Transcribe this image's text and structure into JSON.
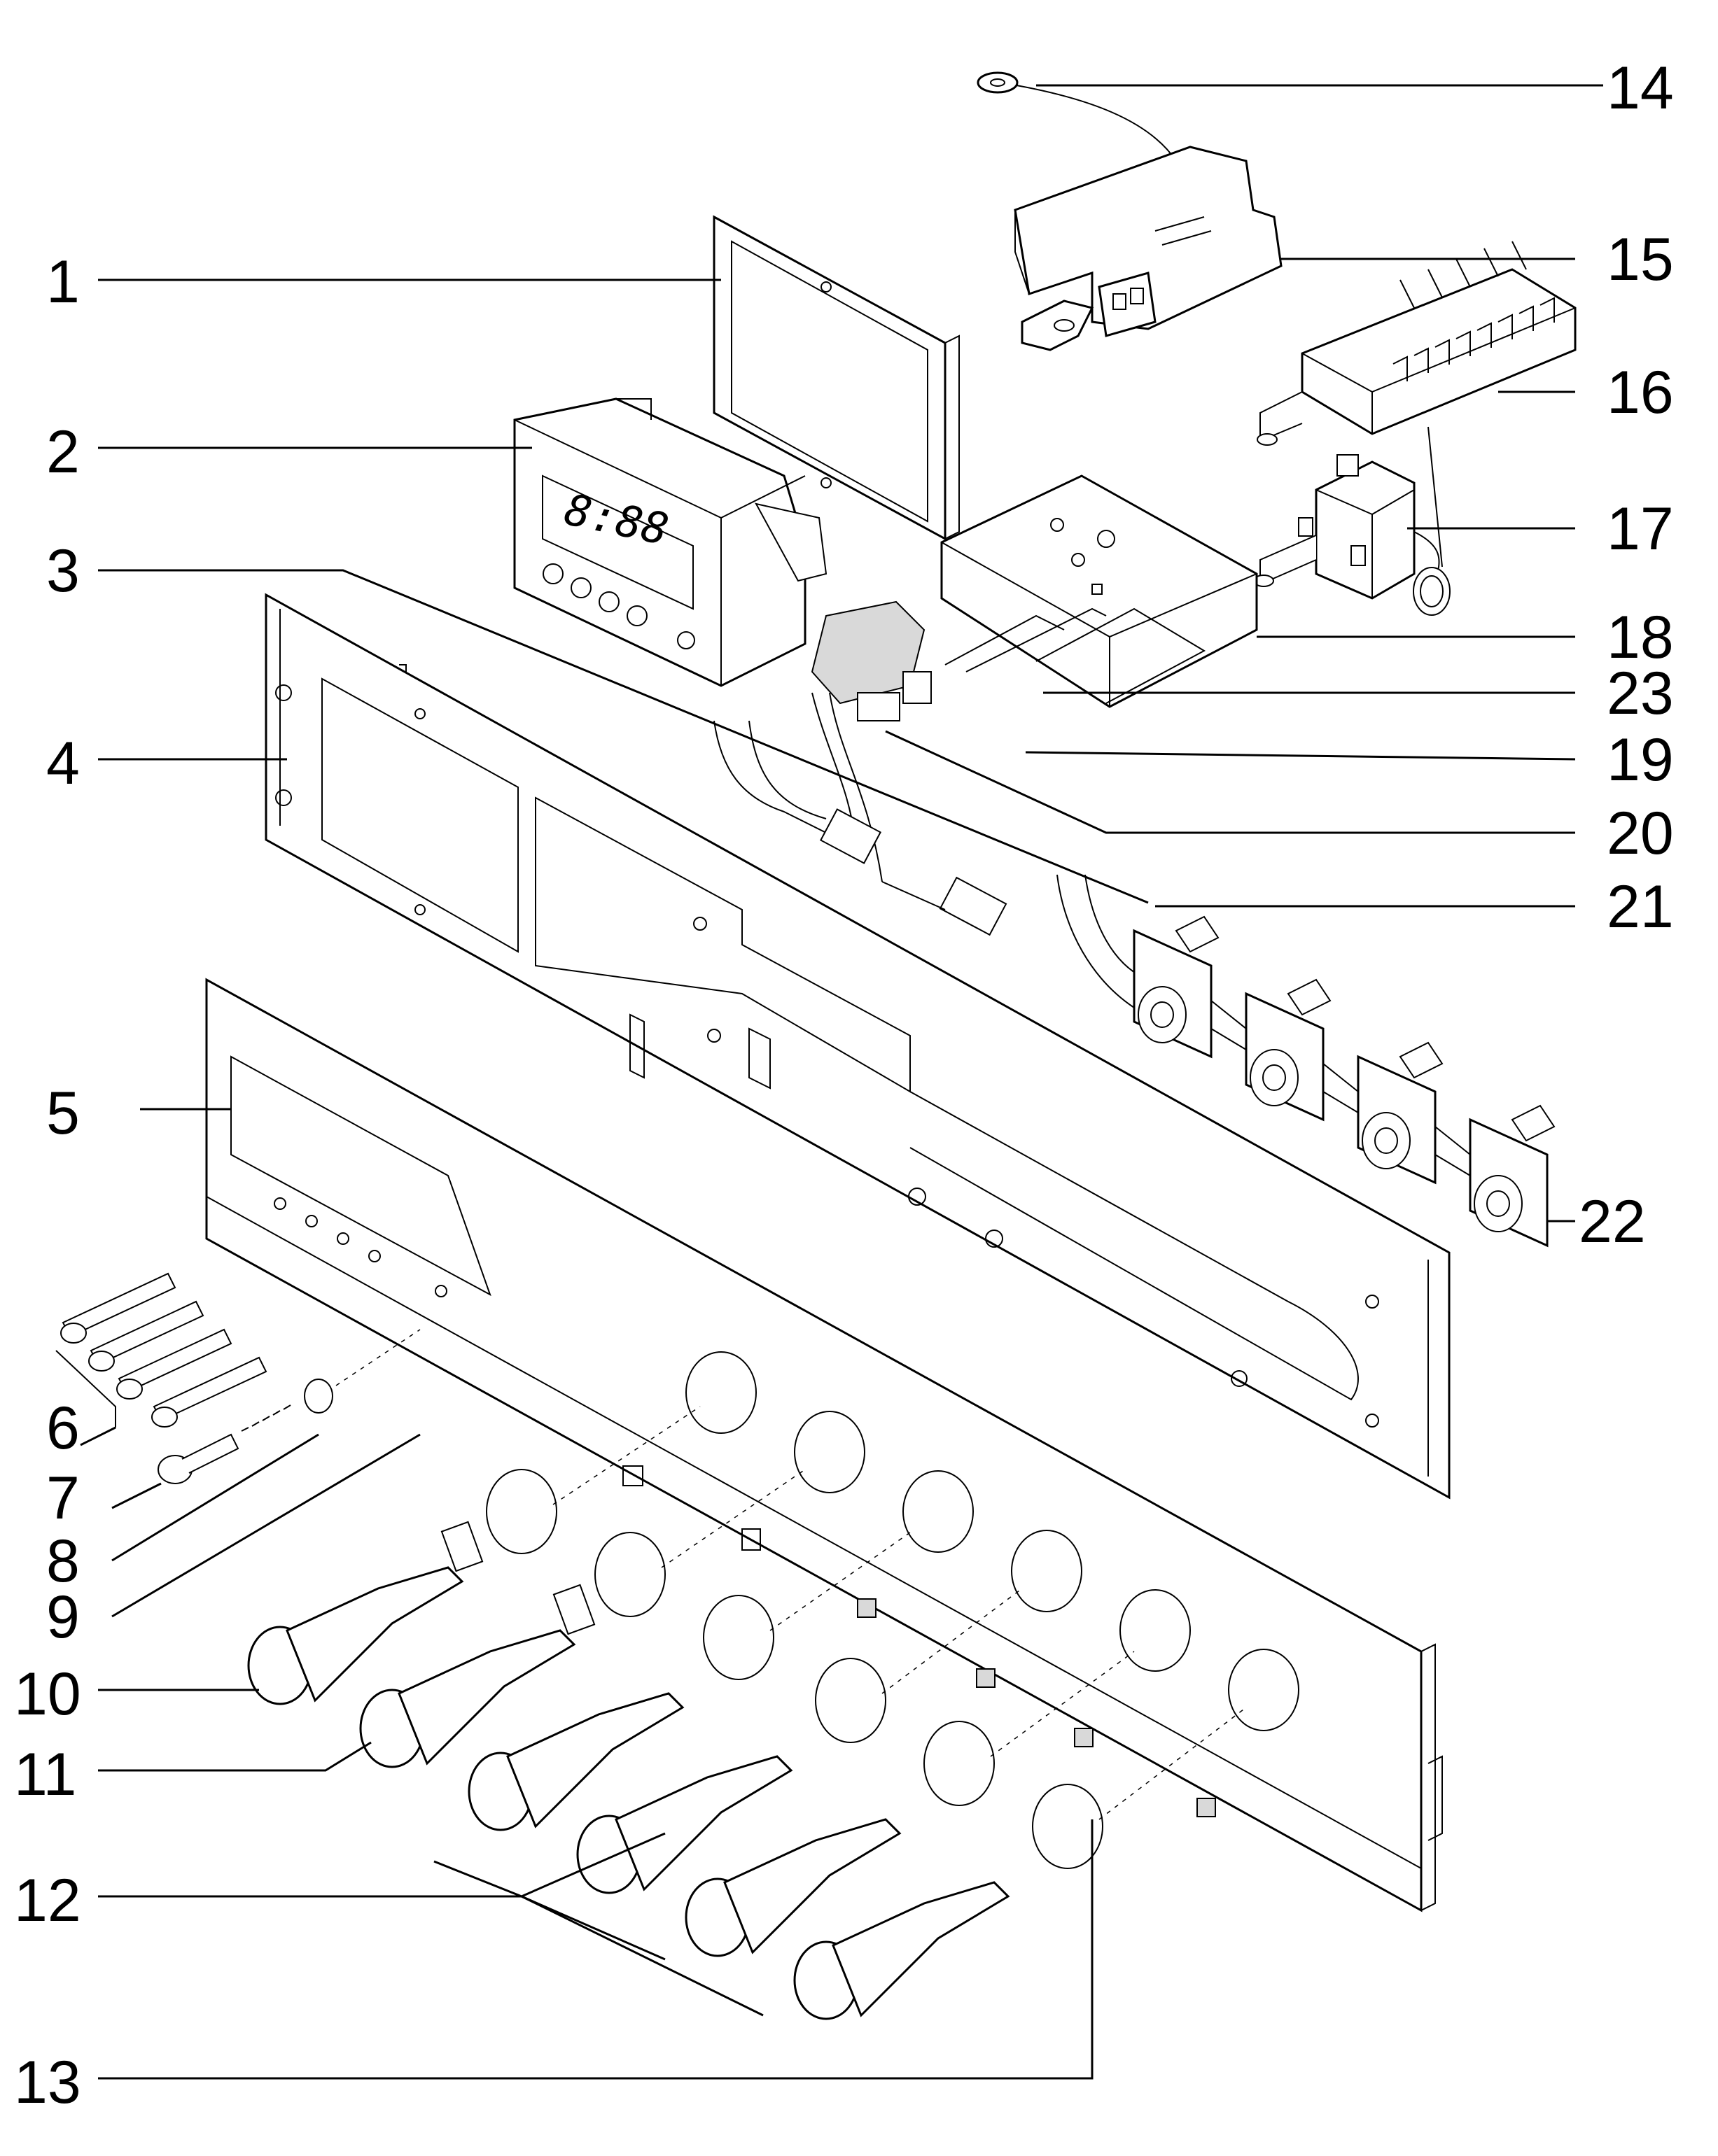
{
  "callouts": [
    {
      "id": "1",
      "label": "1"
    },
    {
      "id": "2",
      "label": "2"
    },
    {
      "id": "3",
      "label": "3"
    },
    {
      "id": "4",
      "label": "4"
    },
    {
      "id": "5",
      "label": "5"
    },
    {
      "id": "6",
      "label": "6"
    },
    {
      "id": "7",
      "label": "7"
    },
    {
      "id": "8",
      "label": "8"
    },
    {
      "id": "9",
      "label": "9"
    },
    {
      "id": "10",
      "label": "10"
    },
    {
      "id": "11",
      "label": "11"
    },
    {
      "id": "12",
      "label": "12"
    },
    {
      "id": "13",
      "label": "13"
    },
    {
      "id": "14",
      "label": "14"
    },
    {
      "id": "15",
      "label": "15"
    },
    {
      "id": "16",
      "label": "16"
    },
    {
      "id": "17",
      "label": "17"
    },
    {
      "id": "18",
      "label": "18"
    },
    {
      "id": "19",
      "label": "19"
    },
    {
      "id": "20",
      "label": "20"
    },
    {
      "id": "21",
      "label": "21"
    },
    {
      "id": "22",
      "label": "22"
    },
    {
      "id": "23",
      "label": "23"
    }
  ],
  "timer_display": "8:88"
}
